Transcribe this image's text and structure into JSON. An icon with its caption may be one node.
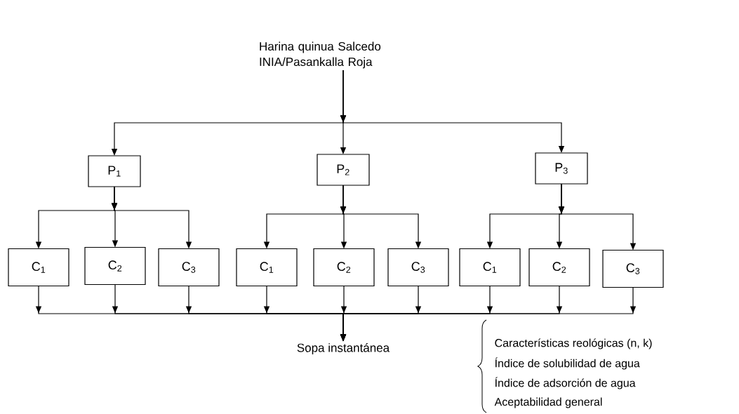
{
  "diagram": {
    "nodes": [
      {
        "text": [
          "Harina quinua Salcedo INIA/Pasankalla Roja"
        ]
      },
      {
        "text": [
          "P$_{1}$"
        ]
      },
      {
        "text": [
          "P$_{2}$"
        ]
      },
      {
        "text": [
          "P$_{3}$"
        ]
      },
      {
        "text": [
          "C$_{1}$"
        ]
      },
      {
        "text": [
          "C$_{2}$"
        ]
      },
      {
        "text": [
          "C$_{3}$"
        ]
      },
      {
        "text": [
          "C$_{1}$"
        ]
      },
      {
        "text": [
          "C$_{2}$"
        ]
      },
      {
        "text": [
          "C$_{3}$"
        ]
      },
      {
        "text": [
          "C$_{1}$"
        ]
      },
      {
        "text": [
          "C$_{2}$"
        ]
      },
      {
        "text": [
          "C$_{3}$"
        ]
      },
      {
        "text": [
          "Sopa instantánea"
        ]
      }
    ],
    "edges": [
      {
        "from": 0,
        "to": 1,
        "arrow": "to"
      },
      {
        "from": 0,
        "to": 2,
        "arrow": "to"
      },
      {
        "from": 0,
        "to": 3,
        "arrow": "to"
      },
      {
        "from": 1,
        "to": 4,
        "arrow": "to"
      },
      {
        "from": 1,
        "to": 5,
        "arrow": "to"
      },
      {
        "from": 1,
        "to": 6,
        "arrow": "to"
      },
      {
        "from": 2,
        "to": 7,
        "arrow": "to"
      },
      {
        "from": 2,
        "to": 8,
        "arrow": "to"
      },
      {
        "from": 2,
        "to": 9,
        "arrow": "to"
      },
      {
        "from": 3,
        "to": 10,
        "arrow": "to"
      },
      {
        "from": 3,
        "to": 11,
        "arrow": "to"
      },
      {
        "from": 3,
        "to": 12,
        "arrow": "to"
      },
      {
        "from": 4,
        "to": 13,
        "arrow": "to"
      },
      {
        "from": 5,
        "to": 13,
        "arrow": "to"
      },
      {
        "from": 6,
        "to": 13,
        "arrow": "to"
      },
      {
        "from": 7,
        "to": 13,
        "arrow": "to"
      },
      {
        "from": 8,
        "to": 13,
        "arrow": "to"
      },
      {
        "from": 9,
        "to": 13,
        "arrow": "to"
      },
      {
        "from": 10,
        "to": 13,
        "arrow": "to"
      },
      {
        "from": 11,
        "to": 13,
        "arrow": "to"
      },
      {
        "from": 12,
        "to": 13,
        "arrow": "to"
      }
    ],
    "labels": [
      "Características reológicas (n, k)",
      "Índice de solubilidad de agua",
      "Índice de adsorción de agua",
      "Aceptabilidad general"
    ]
  }
}
